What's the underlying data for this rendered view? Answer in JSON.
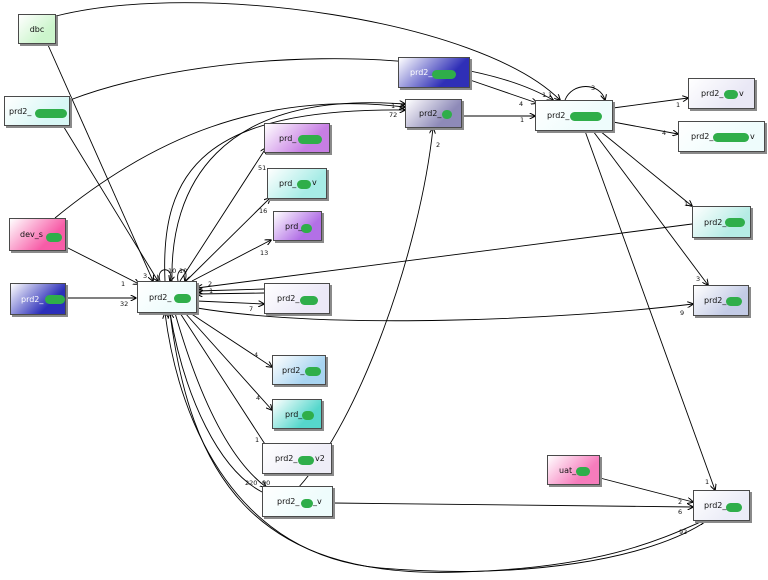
{
  "nodes": {
    "dbc": {
      "label": "dbc",
      "color": "#ccf5cc"
    },
    "prd2_left": {
      "label": "prd2_",
      "color": "#d8f7f5"
    },
    "dev": {
      "label": "dev_s",
      "color": "#f75ca7"
    },
    "prd2_blue_left": {
      "label": "prd2_",
      "color": "#2c2fb9"
    },
    "prd2_hub": {
      "label": "prd2_",
      "color": "#eefcfc"
    },
    "prd_purple1": {
      "label": "prd_",
      "color": "#c77ee4"
    },
    "prd_v_teal": {
      "label": "prd_",
      "suffix": "v",
      "color": "#a7ece6"
    },
    "prd_purple2": {
      "label": "prd_",
      "color": "#b270e6"
    },
    "prd2_lav": {
      "label": "prd2_",
      "color": "#ebe8f7"
    },
    "prd2_lblue": {
      "label": "prd2_",
      "color": "#a8d4f1"
    },
    "prd_teal": {
      "label": "prd_",
      "color": "#56d7cc"
    },
    "prd2_v2": {
      "label": "prd2_",
      "suffix": "v2",
      "color": "#eeedf7"
    },
    "prd2_v_bottom": {
      "label": "prd2_",
      "suffix": "_v",
      "color": "#eefcfc"
    },
    "prd2_blue_top": {
      "label": "prd2_",
      "color": "#2f2fb7"
    },
    "prd2_gray": {
      "label": "prd2_",
      "color": "#8e8ab8"
    },
    "prd2_center": {
      "label": "prd2_",
      "color": "#eefcfc"
    },
    "prd2_v_r1": {
      "label": "prd2_",
      "suffix": "v",
      "color": "#e9e8f5"
    },
    "prd2_v_r2": {
      "label": "prd2_",
      "suffix": "v",
      "color": "#eefcfc"
    },
    "prd2_r3": {
      "label": "prd2_",
      "color": "#b6ece5"
    },
    "prd2_r4": {
      "label": "prd2_",
      "color": "#c3cbe6"
    },
    "uat": {
      "label": "uat_",
      "color": "#f67cbc"
    },
    "prd2_r5": {
      "label": "prd2_",
      "color": "#ebecf7"
    }
  },
  "edge_labels": {
    "dev_to_hub": "1",
    "blue_left_to_hub": "32",
    "hub_to_p1": "51",
    "hub_to_pv": "16",
    "hub_to_p2": "13",
    "lav_upper": "2",
    "lav_lower": "1",
    "hub_to_lav": "7",
    "hub_to_lblue": "4",
    "hub_to_teal": "4",
    "hub_to_v2": "1",
    "hub_to_v_bottom": "220",
    "hub_to_v_bottom_2": "90",
    "hub_loop_a": "3",
    "hub_loop_b": "10",
    "hub_top_c": "10",
    "to_gray_1": "1",
    "to_gray_72": "72",
    "v_bottom_to_gray": "2",
    "blue_top_to_center": "4",
    "gray_to_center": "1",
    "left_to_center": "1",
    "dbc_to_center": "1",
    "center_loop": "3",
    "center_to_r1": "1",
    "center_to_r2": "4",
    "center_to_r3": "1",
    "center_to_r4": "3",
    "hub_to_r4": "9",
    "center_to_r5": "1",
    "uat_to_r5": "2",
    "v_bottom_to_r5": "6",
    "hub_to_r5": "92"
  }
}
